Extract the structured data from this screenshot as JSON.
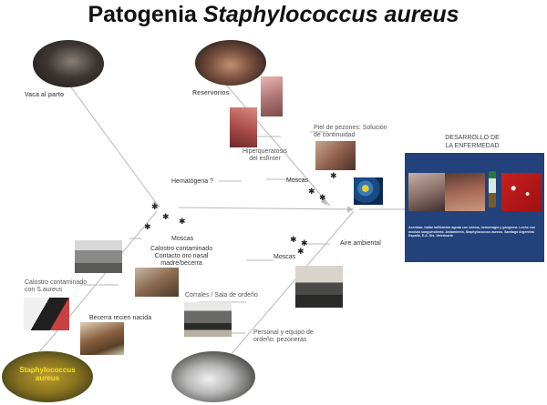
{
  "title": {
    "prefix": "Patogenia ",
    "italic": "Staphylococcus aureus"
  },
  "labels": {
    "vaca": "Vaca al parto",
    "reservorios": "Reservorios",
    "piel": "Piel de pezones: Solución\nde continuidad",
    "hiperqueratosis": "Hiperqueratosis\ndel esfínter",
    "moscas_upper": "Moscas",
    "hematogena": "Hematógena ?",
    "moscas_left": "Moscas",
    "calostro_contaminado": "Calostro contaminado\nContacto oro nasal\nmadre/becerra",
    "calostro_saureus": "Calostro contaminado\ncon S.aureus",
    "becerra": "Becerra recien nacida",
    "corrales": "Corrales / Sala de ordeño",
    "aire": "Aire ambiental",
    "moscas_right": "Moscas",
    "personal": "Personal y equipo de\nordeño: pezoneras",
    "staph_label": "Staphylococcus\naureus"
  },
  "panel": {
    "heading": "DESARROLLO DE\nLA ENFERMEDAD",
    "caption": "Acentuar, hallar infiltración aguda con edema, hemorragia y gangrena. Leche con modulo sanguinolento. Asilamiento, Staphylococcus aureus. Santiago Argentina España, E.A. Dis. Veterinaria"
  },
  "colors": {
    "line": "#b8b8b8",
    "panel": "#23417a",
    "staph_text": "#f0e020"
  },
  "icons": {
    "fly": "fly-icon"
  }
}
